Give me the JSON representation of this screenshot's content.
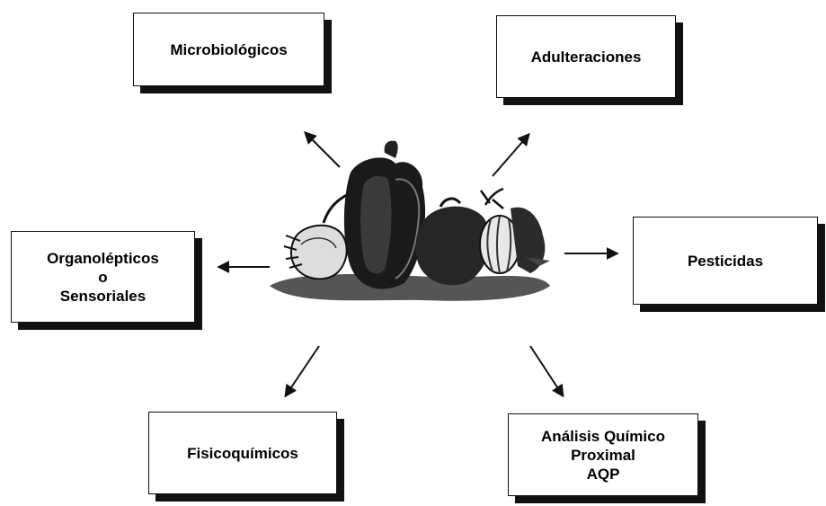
{
  "nodes": {
    "microbiologicos": {
      "lines": [
        "Microbiológicos"
      ]
    },
    "adulteraciones": {
      "lines": [
        "Adulteraciones"
      ]
    },
    "organolepticos": {
      "lines": [
        "Organolépticos",
        "o",
        "Sensoriales"
      ]
    },
    "pesticidas": {
      "lines": [
        "Pesticidas"
      ]
    },
    "fisicoquimicos": {
      "lines": [
        "Fisicoquímicos"
      ]
    },
    "aqp": {
      "lines": [
        "Análisis Químico",
        "Proximal",
        "AQP"
      ]
    }
  },
  "center_image": "vegetables-illustration",
  "colors": {
    "border": "#111111",
    "shadow": "#111111",
    "text": "#000000",
    "arrow": "#111111"
  }
}
